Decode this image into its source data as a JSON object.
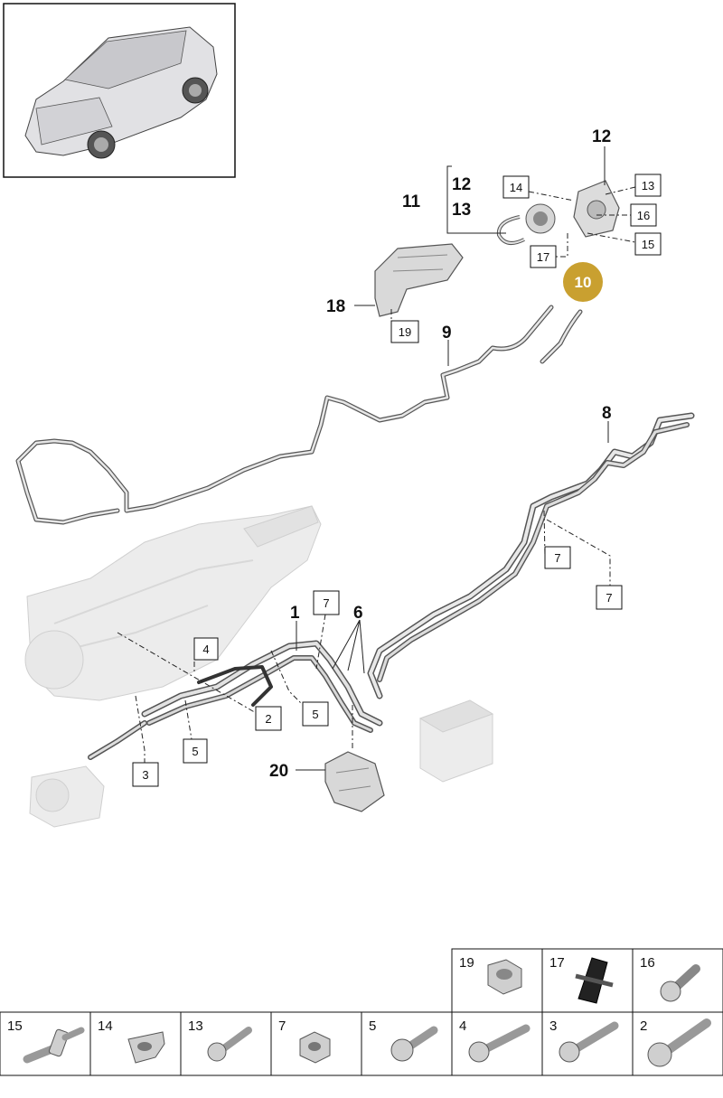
{
  "callouts": {
    "plain": [
      "12",
      "11",
      "12",
      "13",
      "18",
      "9",
      "8",
      "1",
      "6",
      "20"
    ],
    "boxed": [
      "14",
      "13",
      "16",
      "15",
      "17",
      "19",
      "7",
      "7",
      "7",
      "4",
      "2",
      "5",
      "5",
      "3"
    ],
    "highlighted": "10"
  },
  "parts_table": {
    "top_row": [
      "19",
      "17",
      "16"
    ],
    "bottom_row": [
      "15",
      "14",
      "13",
      "7",
      "5",
      "4",
      "3",
      "2"
    ]
  },
  "colors": {
    "highlight": "#c9a030",
    "line": "#222222",
    "part_fill": "#d6d6d6",
    "part_dark": "#555555"
  }
}
